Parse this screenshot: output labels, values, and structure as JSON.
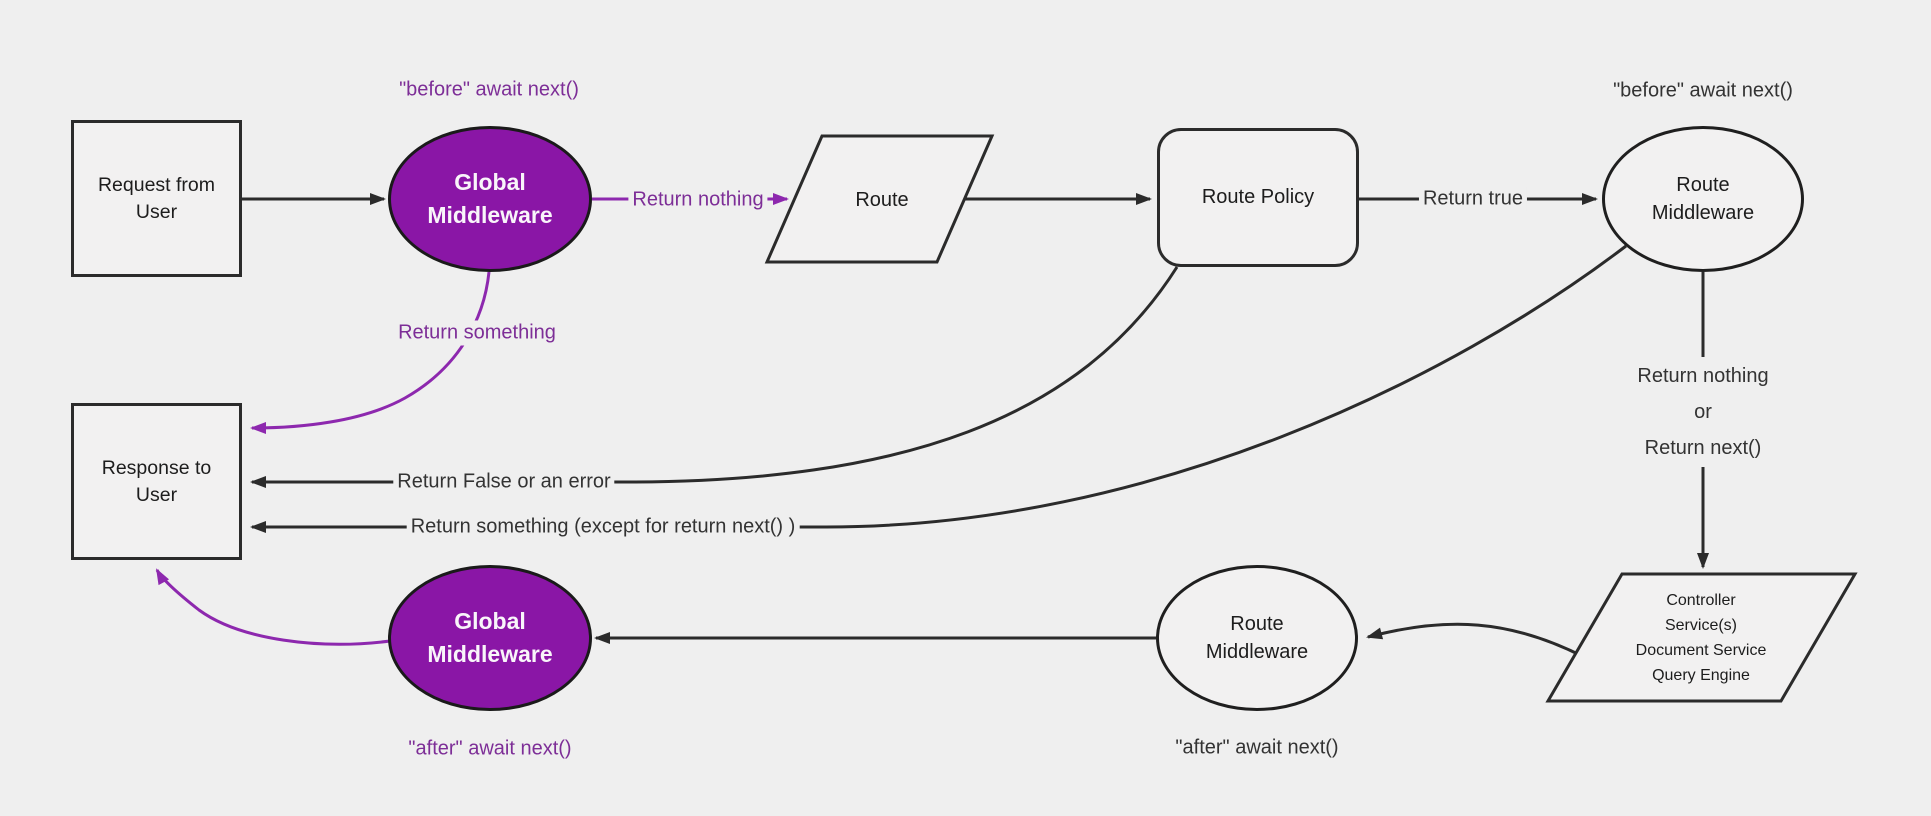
{
  "diagram": {
    "colors": {
      "background": "#efefef",
      "node_light_fill": "#f2f1f1",
      "stroke_dark": "#2b2b2b",
      "purple_fill": "#8a16a6",
      "purple_line": "#8d28ae",
      "purple_text": "#7d2e97",
      "node_text": "#1d1d1d",
      "white_text": "#f9f5fa"
    },
    "nodes": {
      "request": {
        "label": [
          "Request from",
          "User"
        ]
      },
      "global_middleware_top": {
        "label": [
          "Global",
          "Middleware"
        ]
      },
      "route": {
        "label": "Route"
      },
      "route_policy": {
        "label": "Route Policy"
      },
      "route_middleware_top": {
        "label": [
          "Route",
          "Middleware"
        ]
      },
      "controller": {
        "label": [
          "Controller",
          "Service(s)",
          "Document Service",
          "Query Engine"
        ]
      },
      "route_middleware_bottom": {
        "label": [
          "Route",
          "Middleware"
        ]
      },
      "global_middleware_bottom": {
        "label": [
          "Global",
          "Middleware"
        ]
      },
      "response": {
        "label": [
          "Response to",
          "User"
        ]
      }
    },
    "edge_labels": {
      "before_await_next_left": "\"before\" await next()",
      "before_await_next_right": "\"before\" await next()",
      "return_nothing": "Return nothing",
      "return_true": "Return true",
      "return_something": "Return something",
      "return_nothing_or_next": [
        "Return nothing",
        "or",
        "Return next()"
      ],
      "return_false_or_error": "Return False or an error",
      "return_something_except": "Return something (except for return next() )",
      "after_await_next_left": "\"after\" await next()",
      "after_await_next_right": "\"after\" await next()"
    }
  }
}
